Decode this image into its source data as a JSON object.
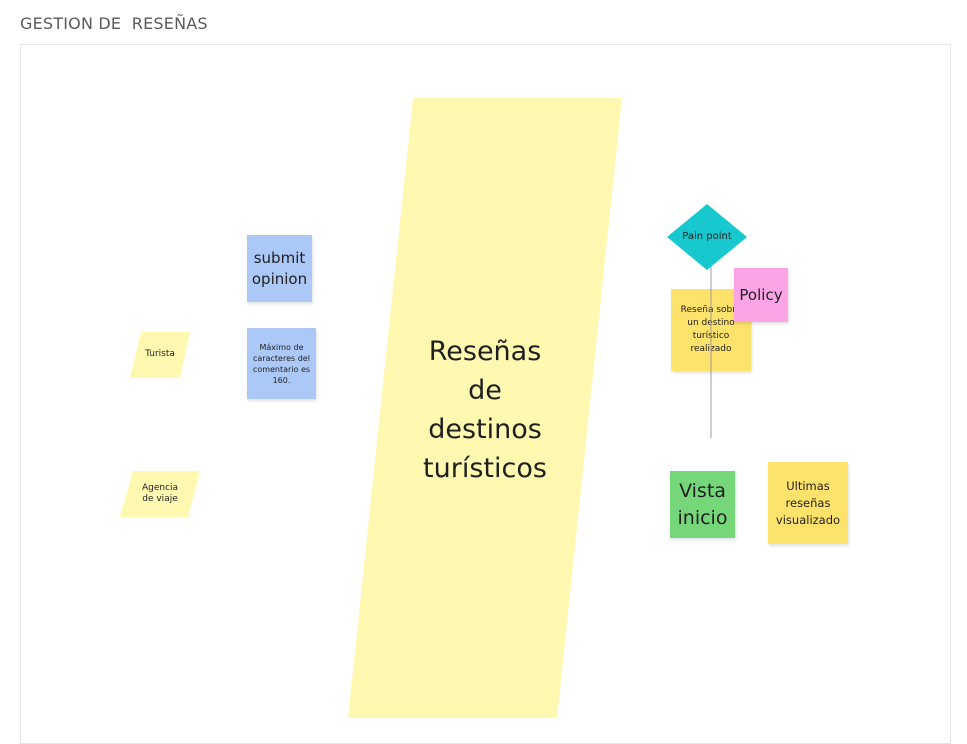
{
  "frame": {
    "title": "GESTION DE  RESEÑAS"
  },
  "colors": {
    "main_shape": "#fef8b0",
    "actor_shape": "#fef8b0",
    "command_sticky": "#acc8f7",
    "note_sticky": "#fde26b",
    "policy_sticky": "#fca4e6",
    "view_sticky": "#75d67a",
    "pain_point": "#18c8cf",
    "connector": "#9e9e9e"
  },
  "main_shape": {
    "label": "Reseñas de destinos turísticos",
    "shape": "parallelogram"
  },
  "actors": [
    {
      "id": "turista",
      "label": "Turista",
      "shape": "parallelogram"
    },
    {
      "id": "agencia",
      "label": "Agencia de viaje",
      "shape": "parallelogram"
    }
  ],
  "stickies": {
    "submit_opinion": "submit opinion",
    "max_chars": "Máximo de caracteres del comentario es 160.",
    "review_done": "Reseña sobre un destino turístico realizado",
    "policy": "Policy",
    "vista_inicio": "Vista inicio",
    "ultimas_resenas": "Ultimas reseñas visualizado"
  },
  "pain_point": {
    "label": "Pain point",
    "shape": "diamond"
  }
}
